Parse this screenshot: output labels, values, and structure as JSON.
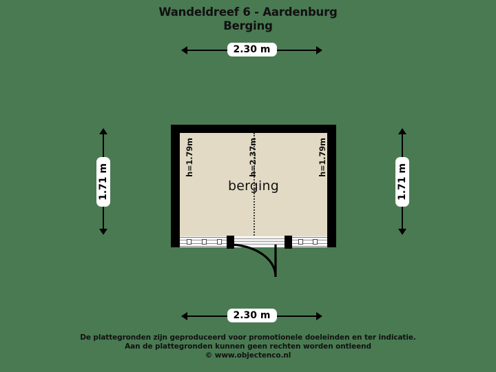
{
  "page": {
    "background_color": "#4a7a52",
    "ink_color": "#111111"
  },
  "title": {
    "line1": "Wandeldreef 6 - Aardenburg",
    "line2": "Berging"
  },
  "dimensions": {
    "top": "2.30 m",
    "bottom": "2.30 m",
    "left": "1.71 m",
    "right": "1.71 m"
  },
  "plan": {
    "room_label": "berging",
    "fill_color": "#e2dac4",
    "wall_color": "#000000",
    "height_labels": {
      "left": "h=1.79m",
      "middle": "h=2.37m",
      "right": "h=1.79m"
    }
  },
  "footer": {
    "line1": "De plattegronden zijn geproduceerd voor promotionele doeleinden en ter indicatie.",
    "line2": "Aan de plattegronden kunnen geen rechten worden ontleend",
    "line3": "© www.objectenco.nl"
  }
}
